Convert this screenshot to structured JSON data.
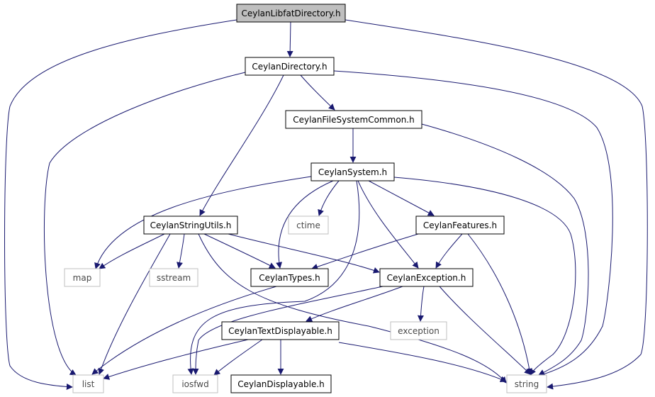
{
  "nodes": {
    "libfatdirectory": {
      "label": "CeylanLibfatDirectory.h",
      "kind": "focus"
    },
    "directory": {
      "label": "CeylanDirectory.h",
      "kind": "local"
    },
    "filesystemcommon": {
      "label": "CeylanFileSystemCommon.h",
      "kind": "local"
    },
    "system": {
      "label": "CeylanSystem.h",
      "kind": "local"
    },
    "stringutils": {
      "label": "CeylanStringUtils.h",
      "kind": "local"
    },
    "ctime": {
      "label": "ctime",
      "kind": "system"
    },
    "features": {
      "label": "CeylanFeatures.h",
      "kind": "local"
    },
    "map": {
      "label": "map",
      "kind": "system"
    },
    "sstream": {
      "label": "sstream",
      "kind": "system"
    },
    "types": {
      "label": "CeylanTypes.h",
      "kind": "local"
    },
    "exception": {
      "label": "CeylanException.h",
      "kind": "local"
    },
    "textdisplayable": {
      "label": "CeylanTextDisplayable.h",
      "kind": "local"
    },
    "std_exception": {
      "label": "exception",
      "kind": "system"
    },
    "list": {
      "label": "list",
      "kind": "system"
    },
    "iosfwd": {
      "label": "iosfwd",
      "kind": "system"
    },
    "displayable": {
      "label": "CeylanDisplayable.h",
      "kind": "local"
    },
    "string": {
      "label": "string",
      "kind": "system"
    }
  },
  "edges": [
    [
      "libfatdirectory",
      "directory"
    ],
    [
      "libfatdirectory",
      "list"
    ],
    [
      "libfatdirectory",
      "string"
    ],
    [
      "directory",
      "filesystemcommon"
    ],
    [
      "directory",
      "stringutils"
    ],
    [
      "directory",
      "list"
    ],
    [
      "directory",
      "string"
    ],
    [
      "filesystemcommon",
      "system"
    ],
    [
      "filesystemcommon",
      "string"
    ],
    [
      "system",
      "ctime"
    ],
    [
      "system",
      "features"
    ],
    [
      "system",
      "map"
    ],
    [
      "system",
      "types"
    ],
    [
      "system",
      "exception"
    ],
    [
      "system",
      "iosfwd"
    ],
    [
      "system",
      "string"
    ],
    [
      "stringutils",
      "map"
    ],
    [
      "stringutils",
      "sstream"
    ],
    [
      "stringutils",
      "types"
    ],
    [
      "stringutils",
      "exception"
    ],
    [
      "stringutils",
      "list"
    ],
    [
      "stringutils",
      "string"
    ],
    [
      "features",
      "types"
    ],
    [
      "features",
      "exception"
    ],
    [
      "features",
      "string"
    ],
    [
      "types",
      "list"
    ],
    [
      "exception",
      "textdisplayable"
    ],
    [
      "exception",
      "std_exception"
    ],
    [
      "exception",
      "string"
    ],
    [
      "exception",
      "iosfwd"
    ],
    [
      "textdisplayable",
      "list"
    ],
    [
      "textdisplayable",
      "iosfwd"
    ],
    [
      "textdisplayable",
      "displayable"
    ],
    [
      "textdisplayable",
      "string"
    ]
  ]
}
